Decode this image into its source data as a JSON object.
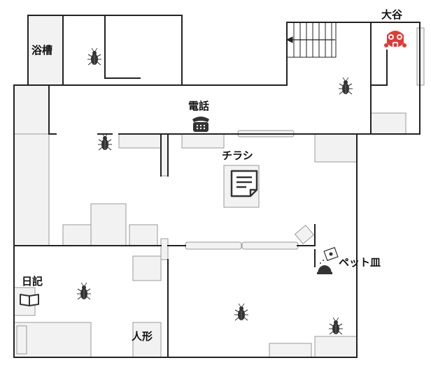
{
  "labels": {
    "bath": "浴槽",
    "phone": "電話",
    "flyer": "チラシ",
    "pet_dish": "ペット皿",
    "diary": "日記",
    "doll": "人形",
    "otani": "大谷"
  },
  "icons": {
    "roach": "cockroach-icon",
    "phone": "telephone-icon",
    "flyer": "document-icon",
    "pet_dish": "pet-bowl-icon",
    "diary": "open-book-icon",
    "otani": "gas-mask-icon"
  },
  "colors": {
    "wall": "#222222",
    "furniture_fill": "#f2f2f2",
    "furniture_stroke": "#999999",
    "otani": "#e53935",
    "roach": "#333333"
  }
}
